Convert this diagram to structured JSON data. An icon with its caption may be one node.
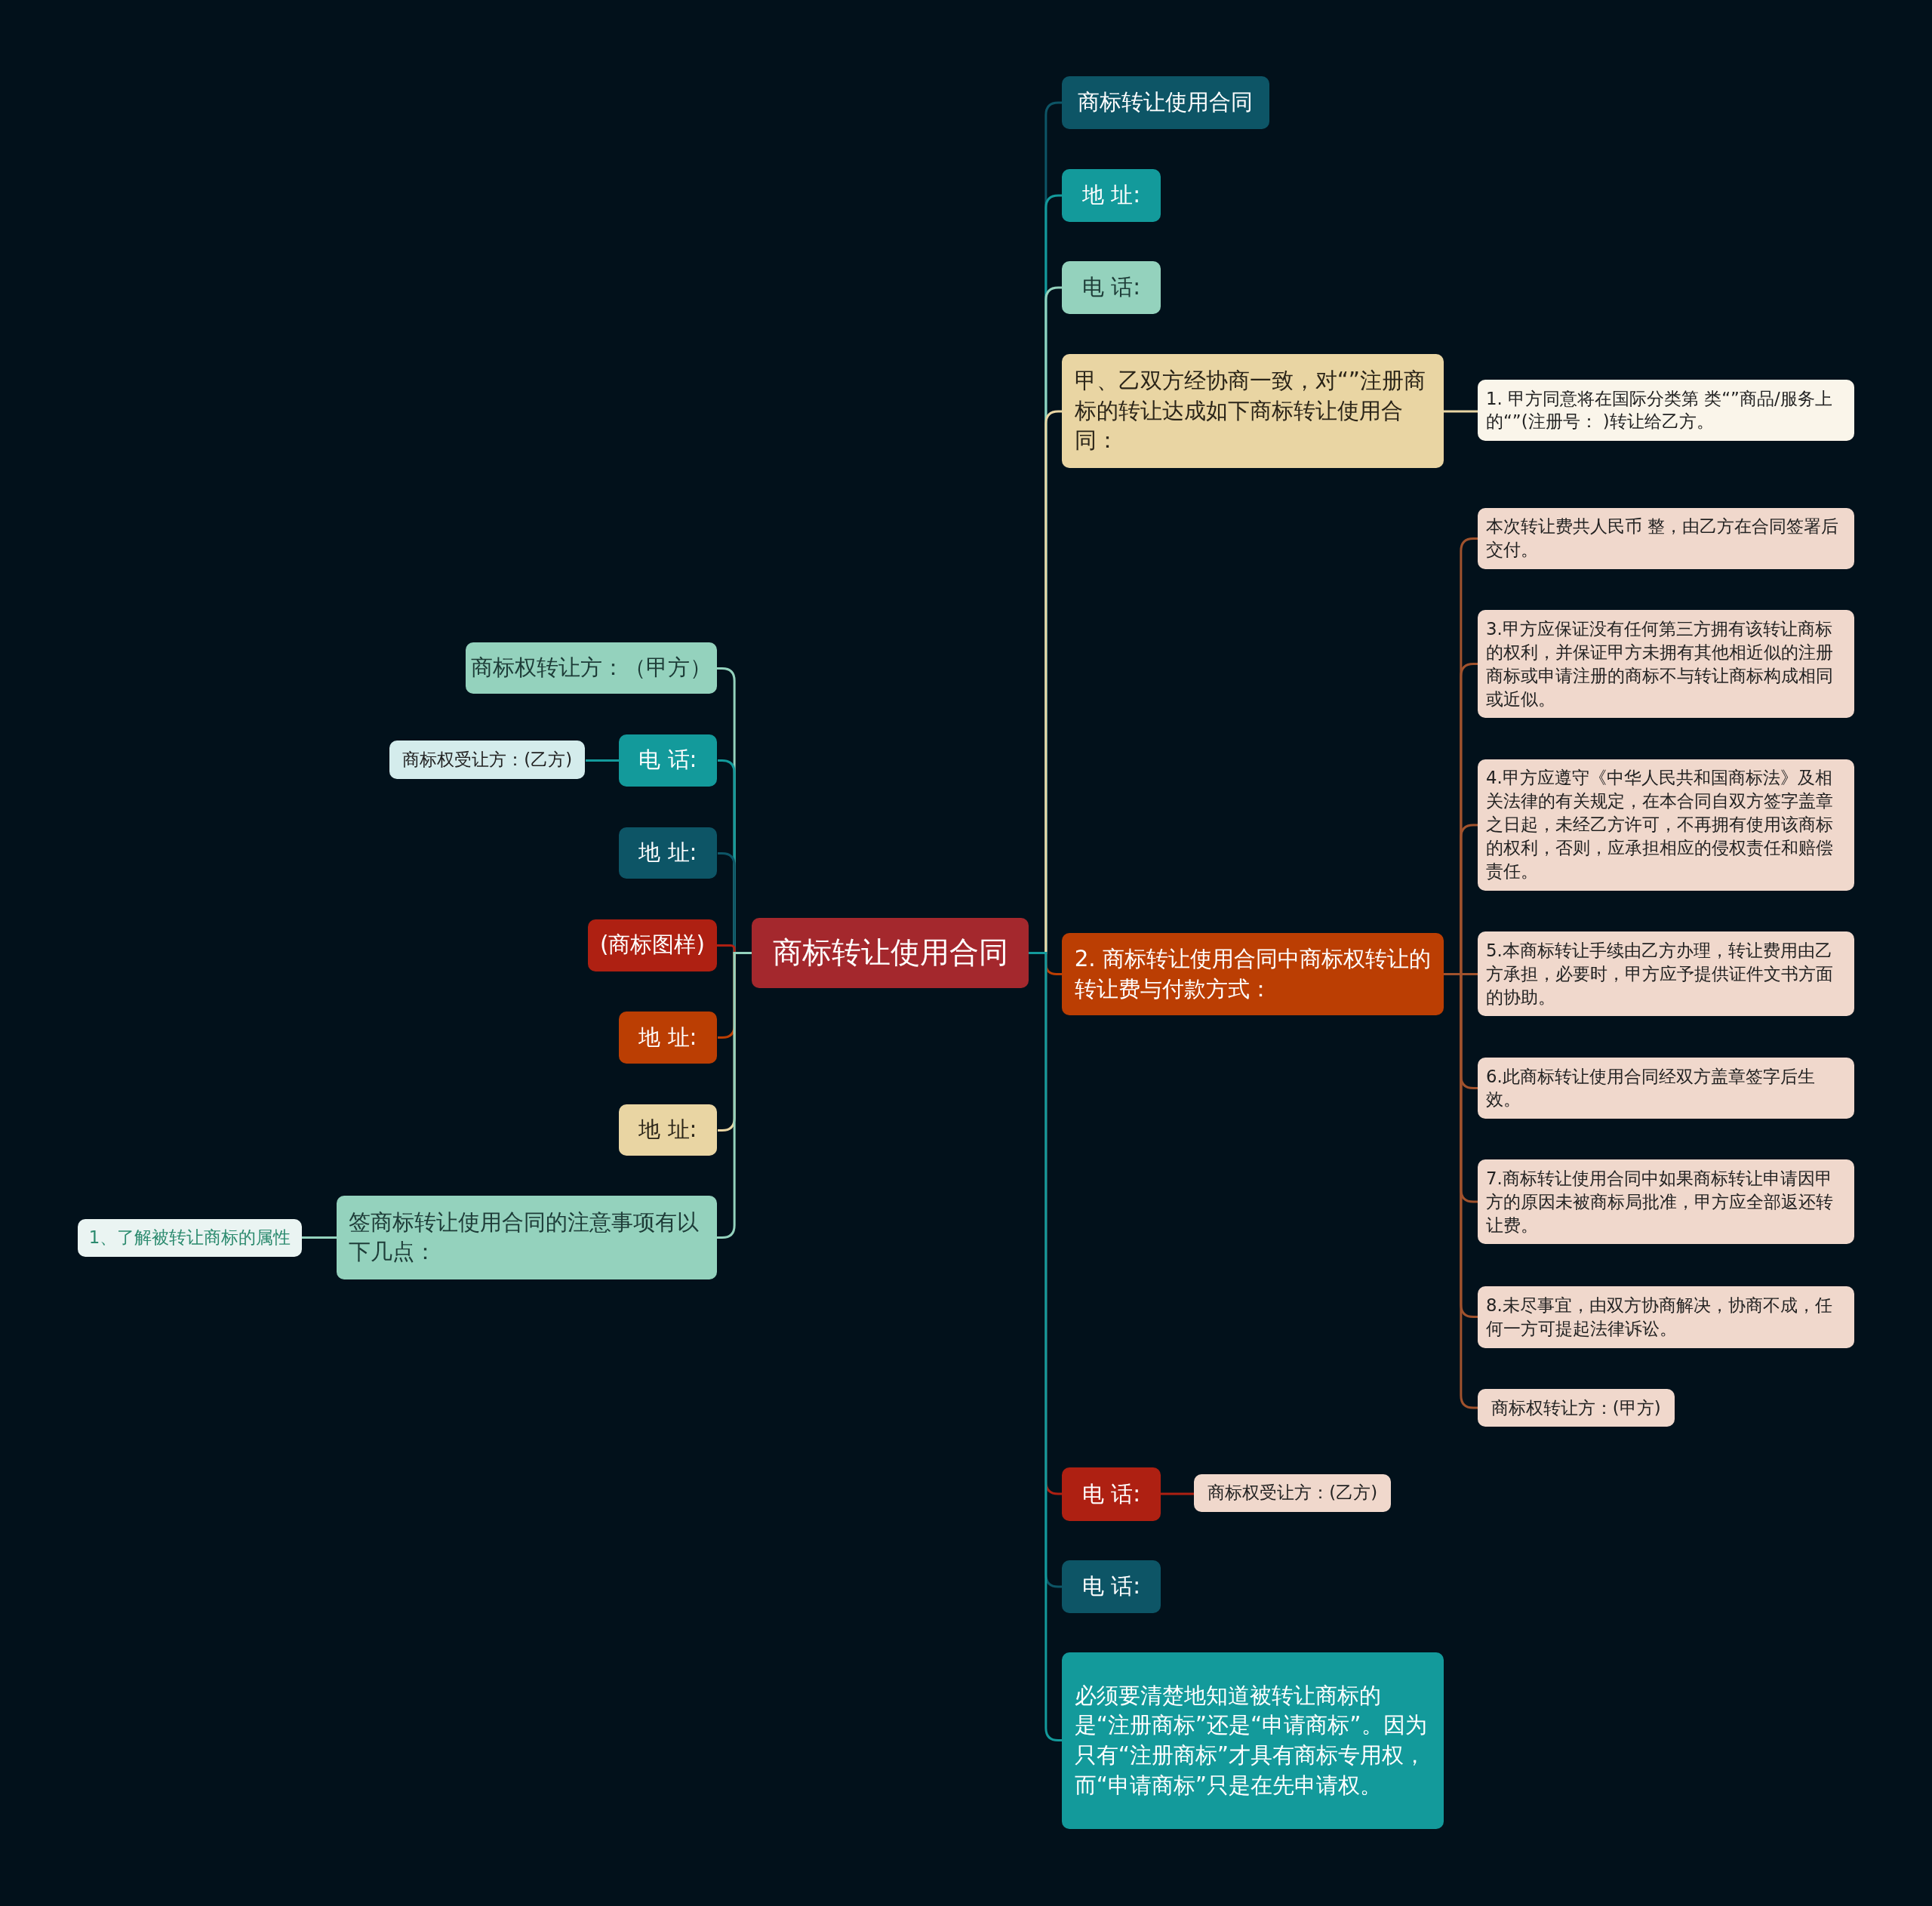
{
  "diagram": {
    "nodes": [
      {
        "text": [
          "商标转让使用合同"
        ]
      },
      {
        "text": [
          "商标转让使用合同"
        ]
      },
      {
        "text": [
          "地 址:"
        ]
      },
      {
        "text": [
          "电 话:"
        ]
      },
      {
        "text": [
          "甲、乙双方经协商一致，对“”注册商标的转让达成如下商标转让使用合同："
        ]
      },
      {
        "text": [
          "1. 甲方同意将在国际分类第 类“”商品/服务上的“”(注册号： )转让给乙方。"
        ]
      },
      {
        "text": [
          "2. 商标转让使用合同中商标权转让的转让费与付款方式："
        ]
      },
      {
        "text": [
          "本次转让费共人民币 整，由乙方在合同签署后交付。"
        ]
      },
      {
        "text": [
          "3.甲方应保证没有任何第三方拥有该转让商标的权利，并保证甲方未拥有其他相近似的注册商标或申请注册的商标不与转让商标构成相同或近似。"
        ]
      },
      {
        "text": [
          "4.甲方应遵守《中华人民共和国商标法》及相关法律的有关规定，在本合同自双方签字盖章之日起，未经乙方许可，不再拥有使用该商标的权利，否则，应承担相应的侵权责任和赔偿责任。"
        ]
      },
      {
        "text": [
          "5.本商标转让手续由乙方办理，转让费用由乙方承担，必要时，甲方应予提供证件文书方面的协助。"
        ]
      },
      {
        "text": [
          "6.此商标转让使用合同经双方盖章签字后生效。"
        ]
      },
      {
        "text": [
          "7.商标转让使用合同中如果商标转让申请因甲方的原因未被商标局批准，甲方应全部返还转让费。"
        ]
      },
      {
        "text": [
          "8.未尽事宜，由双方协商解决，协商不成，任何一方可提起法律诉讼。"
        ]
      },
      {
        "text": [
          "商标权转让方：(甲方)"
        ]
      },
      {
        "text": [
          "电 话:"
        ]
      },
      {
        "text": [
          "商标权受让方：(乙方)"
        ]
      },
      {
        "text": [
          "电 话:"
        ]
      },
      {
        "text": [
          "必须要清楚地知道被转让商标的是“注册商标”还是“申请商标”。因为只有“注册商标”才具有商标专用权，而“申请商标”只是在先申请权。"
        ]
      },
      {
        "text": [
          "商标权转让方：（甲方）"
        ]
      },
      {
        "text": [
          "电 话:"
        ]
      },
      {
        "text": [
          "商标权受让方：(乙方)"
        ]
      },
      {
        "text": [
          "地 址:"
        ]
      },
      {
        "text": [
          "(商标图样)"
        ]
      },
      {
        "text": [
          "地 址:"
        ]
      },
      {
        "text": [
          "地 址:"
        ]
      },
      {
        "text": [
          "签商标转让使用合同的注意事项有以下几点："
        ]
      },
      {
        "text": [
          "1、了解被转让商标的属性"
        ]
      }
    ],
    "edges": [
      {
        "from": 0,
        "to": 1,
        "arrow": "none",
        "color": "#0d5566"
      },
      {
        "from": 0,
        "to": 2,
        "arrow": "none",
        "color": "#139a9b"
      },
      {
        "from": 0,
        "to": 3,
        "arrow": "none",
        "color": "#94d2bd"
      },
      {
        "from": 0,
        "to": 4,
        "arrow": "none",
        "color": "#e9d5a3"
      },
      {
        "from": 4,
        "to": 5,
        "arrow": "none",
        "color": "#e9d5a3"
      },
      {
        "from": 0,
        "to": 6,
        "arrow": "none",
        "color": "#bb3e03"
      },
      {
        "from": 6,
        "to": 7,
        "arrow": "none",
        "color": "#a0522d"
      },
      {
        "from": 6,
        "to": 8,
        "arrow": "none",
        "color": "#a0522d"
      },
      {
        "from": 6,
        "to": 9,
        "arrow": "none",
        "color": "#a0522d"
      },
      {
        "from": 6,
        "to": 10,
        "arrow": "none",
        "color": "#a0522d"
      },
      {
        "from": 6,
        "to": 11,
        "arrow": "none",
        "color": "#a0522d"
      },
      {
        "from": 6,
        "to": 12,
        "arrow": "none",
        "color": "#a0522d"
      },
      {
        "from": 6,
        "to": 13,
        "arrow": "none",
        "color": "#a0522d"
      },
      {
        "from": 6,
        "to": 14,
        "arrow": "none",
        "color": "#a0522d"
      },
      {
        "from": 0,
        "to": 15,
        "arrow": "none",
        "color": "#ae2012"
      },
      {
        "from": 15,
        "to": 16,
        "arrow": "none",
        "color": "#ae2012"
      },
      {
        "from": 0,
        "to": 17,
        "arrow": "none",
        "color": "#0d5566"
      },
      {
        "from": 0,
        "to": 18,
        "arrow": "none",
        "color": "#139a9b"
      },
      {
        "from": 0,
        "to": 19,
        "arrow": "none",
        "color": "#94d2bd"
      },
      {
        "from": 0,
        "to": 20,
        "arrow": "none",
        "color": "#139a9b"
      },
      {
        "from": 20,
        "to": 21,
        "arrow": "none",
        "color": "#139a9b"
      },
      {
        "from": 0,
        "to": 22,
        "arrow": "none",
        "color": "#0d5566"
      },
      {
        "from": 0,
        "to": 23,
        "arrow": "none",
        "color": "#ae2012"
      },
      {
        "from": 0,
        "to": 24,
        "arrow": "none",
        "color": "#bb3e03"
      },
      {
        "from": 0,
        "to": 25,
        "arrow": "none",
        "color": "#e9d5a3"
      },
      {
        "from": 0,
        "to": 26,
        "arrow": "none",
        "color": "#94d2bd"
      },
      {
        "from": 26,
        "to": 27,
        "arrow": "none",
        "color": "#94d2bd"
      }
    ]
  }
}
